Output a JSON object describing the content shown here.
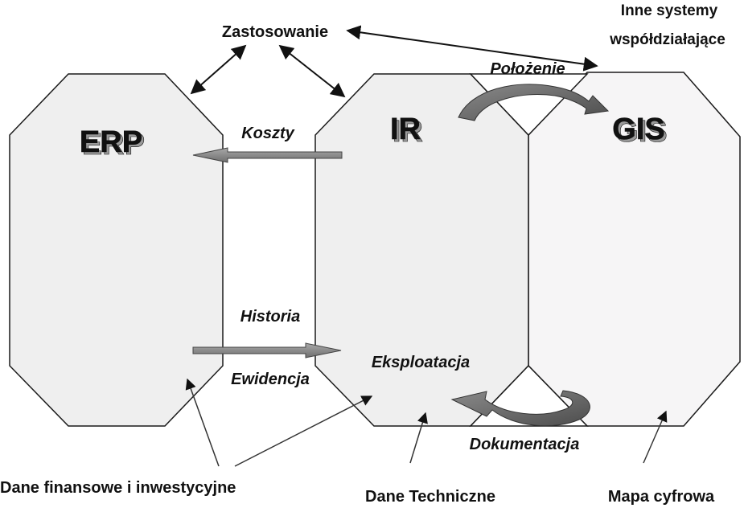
{
  "blocks": {
    "erp": "ERP",
    "ir": "IR",
    "gis": "GIS"
  },
  "labels": {
    "zastosowanie": "Zastosowanie",
    "inne_line1": "Inne systemy",
    "inne_line2": "współdziałające",
    "polozenie": "Położenie",
    "koszty": "Koszty",
    "historia": "Historia",
    "ewidencja": "Ewidencja",
    "eksploatacja": "Eksploatacja",
    "dokumentacja": "Dokumentacja"
  },
  "captions": {
    "dane_fin": "Dane finansowe i inwestycyjne",
    "dane_tech": "Dane Techniczne",
    "mapa": "Mapa cyfrowa"
  },
  "colors": {
    "block_fill": "#efefef",
    "gis_fill": "#f6f5f6",
    "stroke": "#1a1a1a",
    "flow_arrow": "#8c8c8c",
    "curved_arrow": "#6f6f6f"
  }
}
